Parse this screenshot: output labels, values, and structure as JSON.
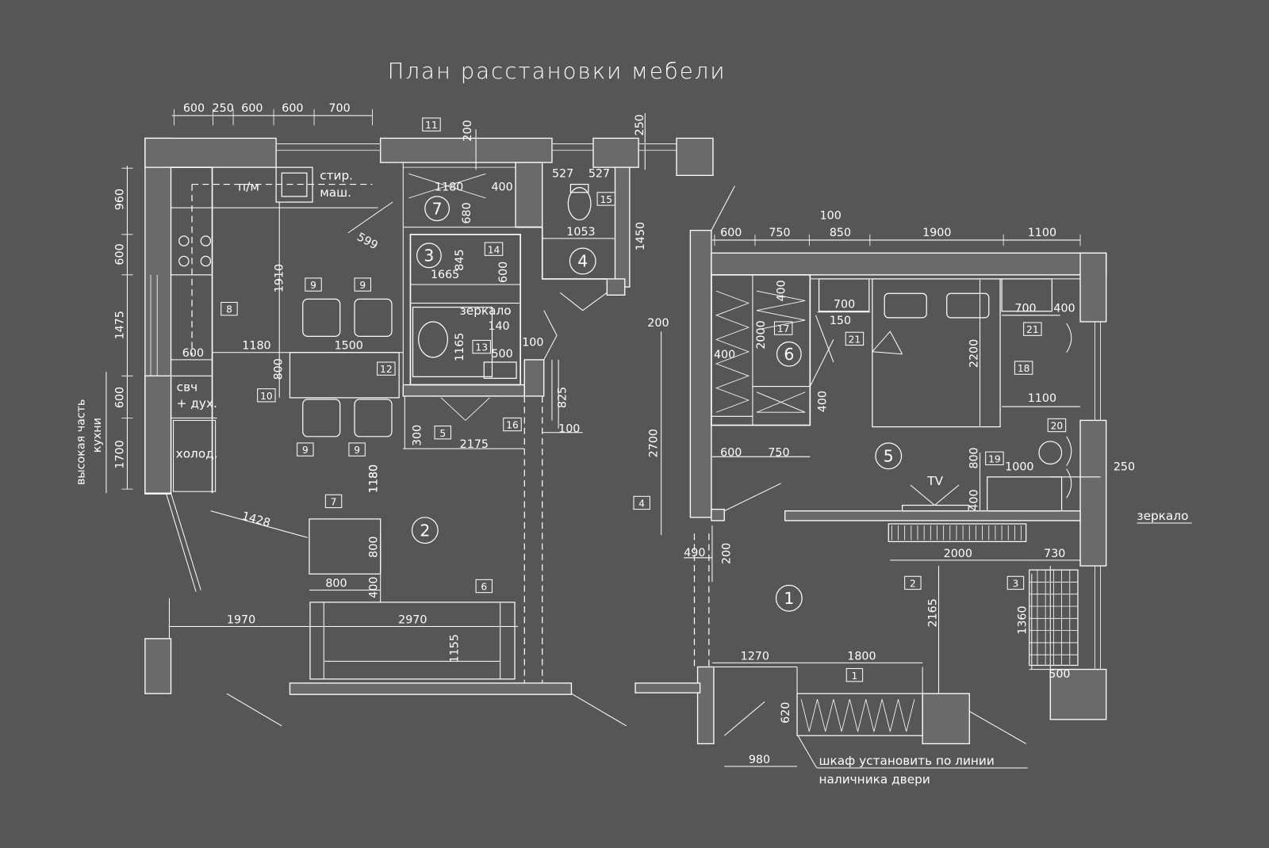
{
  "title": "План расстановки мебели",
  "room_numbers": [
    "1",
    "2",
    "3",
    "4",
    "5",
    "6",
    "7"
  ],
  "furniture_tags": [
    "1",
    "2",
    "3",
    "4",
    "5",
    "6",
    "7",
    "8",
    "9",
    "9",
    "9",
    "9",
    "10",
    "11",
    "12",
    "13",
    "14",
    "15",
    "16",
    "17",
    "18",
    "19",
    "20",
    "21",
    "21"
  ],
  "labels": {
    "pm": "п/м",
    "washer1": "стир.",
    "washer2": "маш.",
    "micro1": "свч",
    "micro2": "+ дух.",
    "fridge": "холод.",
    "tall1": "высокая часть",
    "tall2": "кухни",
    "mirror1": "зеркало",
    "mirror2": "зеркало",
    "tv": "TV",
    "note1": "шкаф установить по линии",
    "note2": "наличника двери"
  },
  "dimensions": [
    "600",
    "250",
    "600",
    "600",
    "700",
    "200",
    "250",
    "960",
    "600",
    "1475",
    "600",
    "1700",
    "1180",
    "600",
    "599",
    "680",
    "1180",
    "400",
    "1910",
    "845",
    "1665",
    "600",
    "140",
    "1165",
    "500",
    "100",
    "1180",
    "1500",
    "800",
    "825",
    "300",
    "2175",
    "100",
    "1180",
    "1428",
    "800",
    "400",
    "800",
    "1970",
    "2970",
    "1155",
    "527",
    "527",
    "1053",
    "1450",
    "100",
    "600",
    "750",
    "850",
    "1900",
    "1100",
    "200",
    "400",
    "2000",
    "700",
    "150",
    "700",
    "400",
    "2200",
    "1100",
    "400",
    "600",
    "750",
    "400",
    "2700",
    "800",
    "1000",
    "400",
    "250",
    "490",
    "200",
    "2000",
    "730",
    "2165",
    "1360",
    "500",
    "1270",
    "1800",
    "620",
    "980"
  ]
}
